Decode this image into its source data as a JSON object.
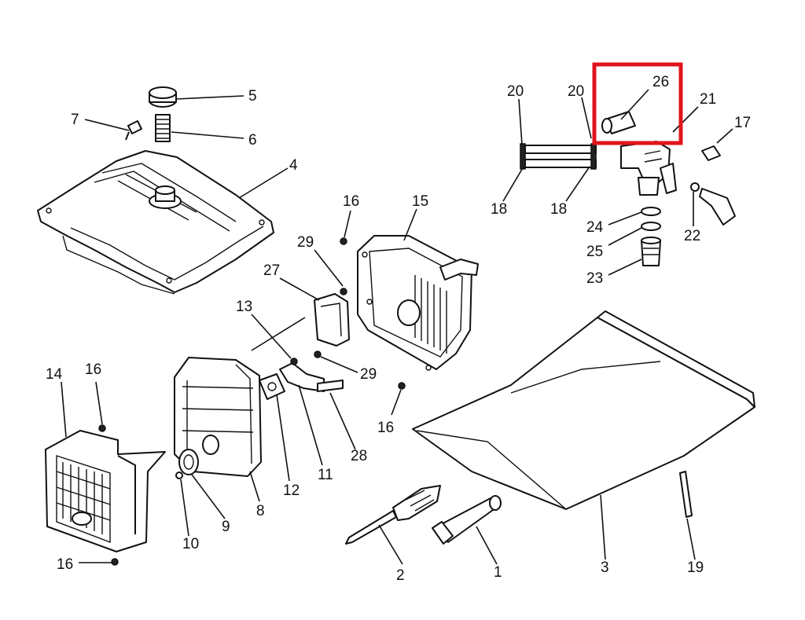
{
  "diagram": {
    "callouts": [
      "26",
      "21",
      "20",
      "20",
      "17",
      "18",
      "18",
      "24",
      "25",
      "22",
      "23",
      "5",
      "7",
      "6",
      "4",
      "16",
      "15",
      "29",
      "27",
      "13",
      "29",
      "14",
      "16",
      "16",
      "12",
      "11",
      "28",
      "8",
      "9",
      "10",
      "16",
      "2",
      "1",
      "3",
      "19"
    ],
    "highlight": {
      "color": "#e0141e",
      "target_callout": "26"
    }
  }
}
